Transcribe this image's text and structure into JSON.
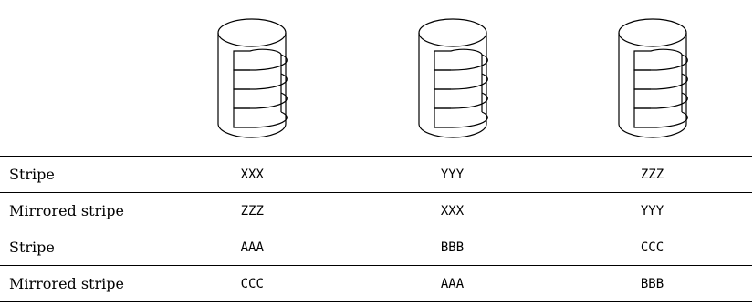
{
  "rows": [
    {
      "label": "Stripe",
      "values": [
        "XXX",
        "YYY",
        "ZZZ"
      ]
    },
    {
      "label": "Mirrored stripe",
      "values": [
        "ZZZ",
        "XXX",
        "YYY"
      ]
    },
    {
      "label": "Stripe",
      "values": [
        "AAA",
        "BBB",
        "CCC"
      ]
    },
    {
      "label": "Mirrored stripe",
      "values": [
        "CCC",
        "AAA",
        "BBB"
      ]
    }
  ],
  "disks": [
    {
      "icon": "disk-icon"
    },
    {
      "icon": "disk-icon"
    },
    {
      "icon": "disk-icon"
    }
  ]
}
